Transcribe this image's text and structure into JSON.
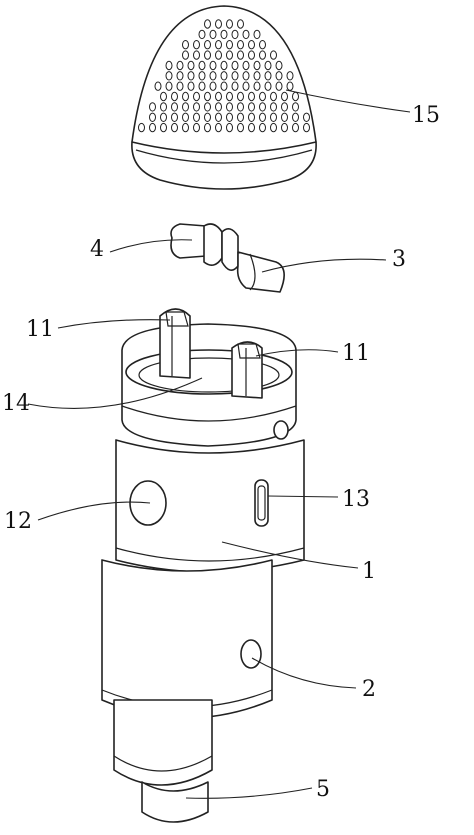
{
  "callouts": {
    "l15": "15",
    "l4": "4",
    "l3": "3",
    "l11a": "11",
    "l11b": "11",
    "l14": "14",
    "l13": "13",
    "l12": "12",
    "l1": "1",
    "l2": "2",
    "l5": "5"
  },
  "colors": {
    "line": "#222222",
    "background": "#ffffff"
  }
}
